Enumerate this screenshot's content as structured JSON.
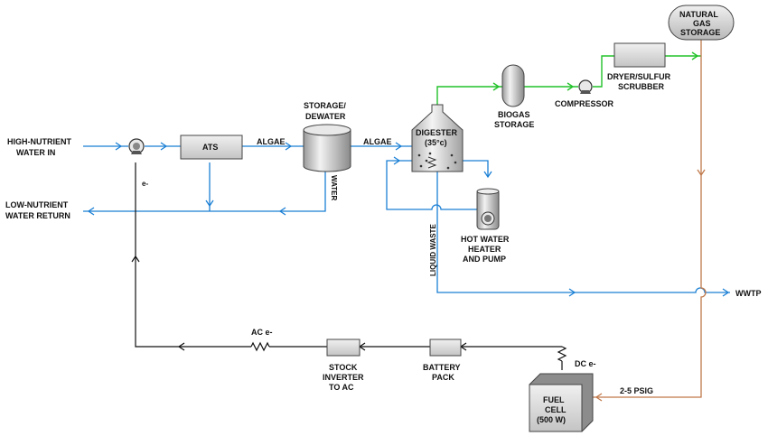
{
  "labels": {
    "high_nutrient_1": "HIGH-NUTRIENT",
    "high_nutrient_2": "WATER IN",
    "low_nutrient_1": "LOW-NUTRIENT",
    "low_nutrient_2": "WATER RETURN",
    "ats": "ATS",
    "algae_1": "ALGAE",
    "algae_2": "ALGAE",
    "storage_dewater_1": "STORAGE/",
    "storage_dewater_2": "DEWATER",
    "water": "WATER",
    "digester_1": "DIGESTER",
    "digester_2": "(35°c)",
    "biogas_1": "BIOGAS",
    "biogas_2": "STORAGE",
    "compressor": "COMPRESSOR",
    "dryer_1": "DRYER/SULFUR",
    "dryer_2": "SCRUBBER",
    "natural_gas_1": "NATURAL",
    "natural_gas_2": "GAS",
    "natural_gas_3": "STORAGE",
    "hot_water_1": "HOT WATER",
    "hot_water_2": "HEATER",
    "hot_water_3": "AND PUMP",
    "liquid_waste": "LIQUID WASTE",
    "wwtp": "WWTP",
    "electron_pump": "e-",
    "ac": "AC e-",
    "dc": "DC e-",
    "inverter_1": "STOCK",
    "inverter_2": "INVERTER",
    "inverter_3": "TO AC",
    "battery_1": "BATTERY",
    "battery_2": "PACK",
    "psig": "2-5 PSIG",
    "fuel_cell_1": "FUEL",
    "fuel_cell_2": "CELL",
    "fuel_cell_3": "(500 W)"
  },
  "colors": {
    "water_line": "#1a7fd4",
    "gas_line": "#22c22a",
    "waste_line": "#c0784a",
    "electric_line": "#111111"
  }
}
